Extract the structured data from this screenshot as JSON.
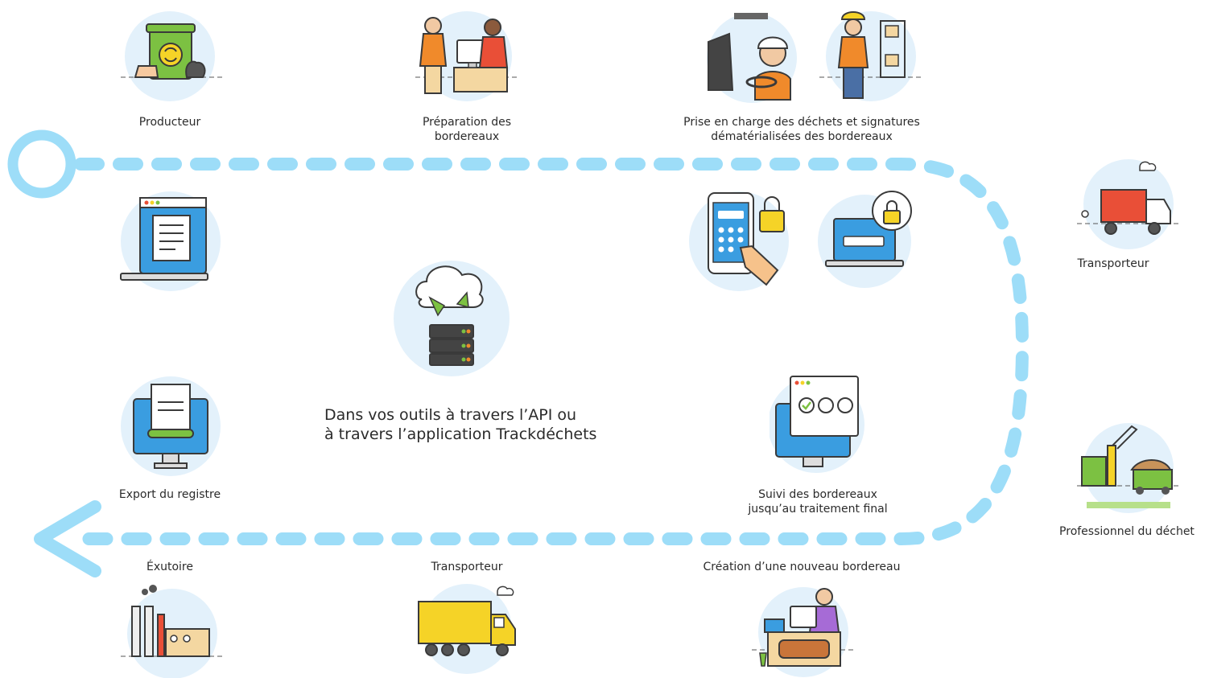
{
  "colors": {
    "accent": "#9dddf8",
    "circle": "#e3f1fb",
    "outline": "#3a3a3a",
    "text": "#2b2b2b"
  },
  "top_row": {
    "producteur": "Producteur",
    "preparation": [
      "Préparation des",
      "bordereaux"
    ],
    "prise_en_charge": [
      "Prise en charge des déchets et signatures",
      "dématérialisées des bordereaux"
    ]
  },
  "right_side": {
    "transporteur": "Transporteur",
    "professionnel": "Professionnel du déchet"
  },
  "middle": {
    "api_text": [
      "Dans vos outils à travers l’API ou",
      "à travers l’application Trackdéchets"
    ],
    "export": "Export du registre",
    "suivi": [
      "Suivi des bordereaux",
      "jusqu’au traitement final"
    ]
  },
  "bottom_row": {
    "exutoire": "Éxutoire",
    "transporteur": "Transporteur",
    "creation": "Création d’une nouveau bordereau"
  },
  "icons": [
    "recycle-bin-icon",
    "office-desk-icon",
    "truck-driver-icon",
    "warehouse-worker-icon",
    "laptop-form-icon",
    "phone-lock-icon",
    "laptop-password-icon",
    "cloud-server-sync-icon",
    "monitor-export-icon",
    "monitor-tracking-icon",
    "container-truck-icon",
    "recycling-plant-icon",
    "factory-icon",
    "yellow-truck-icon",
    "reception-desk-icon"
  ]
}
